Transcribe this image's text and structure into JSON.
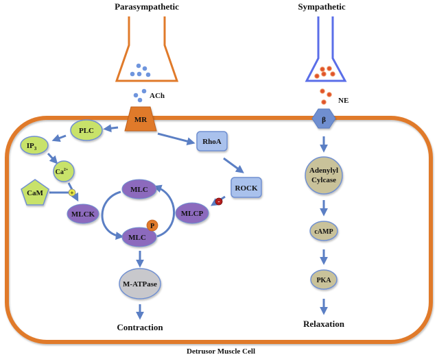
{
  "labels": {
    "parasympathetic": "Parasympathetic",
    "sympathetic": "Sympathetic",
    "ach": "ACh",
    "ne": "NE",
    "mr": "MR",
    "beta": "β",
    "plc": "PLC",
    "ip3": "IP",
    "ip3_sub": "3",
    "ca": "Ca",
    "ca_sup": "2+",
    "cam": "CaM",
    "plus": "+",
    "minus": "-",
    "mlck": "MLCK",
    "mlc_top": "MLC",
    "mlc_bottom": "MLC",
    "p": "P",
    "mlcp": "MLCP",
    "rhoa": "RhoA",
    "rock": "ROCK",
    "matpase": "M-ATPase",
    "contraction": "Contraction",
    "adenylyl": "Adenylyl",
    "cyclase": "Cylcase",
    "camp": "cAMP",
    "pka": "PKA",
    "relaxation": "Relaxation",
    "cell": "Detrusor Muscle Cell"
  },
  "colors": {
    "membrane": "#e07a2a",
    "parasympathetic_terminal": "#e07a2a",
    "sympathetic_terminal": "#5a6ee8",
    "ach_vesicle": "#6f95dd",
    "ne_vesicle": "#e0542a",
    "arrow": "#5b7fc4",
    "green_node": "#c8e26b",
    "purple_node": "#8c6bbd",
    "blue_node": "#a9c1ec",
    "tan_node": "#c9c29a",
    "gray_node": "#c8c8cc",
    "inhibit": "#b51d1d",
    "activate": "#e8e84a"
  }
}
